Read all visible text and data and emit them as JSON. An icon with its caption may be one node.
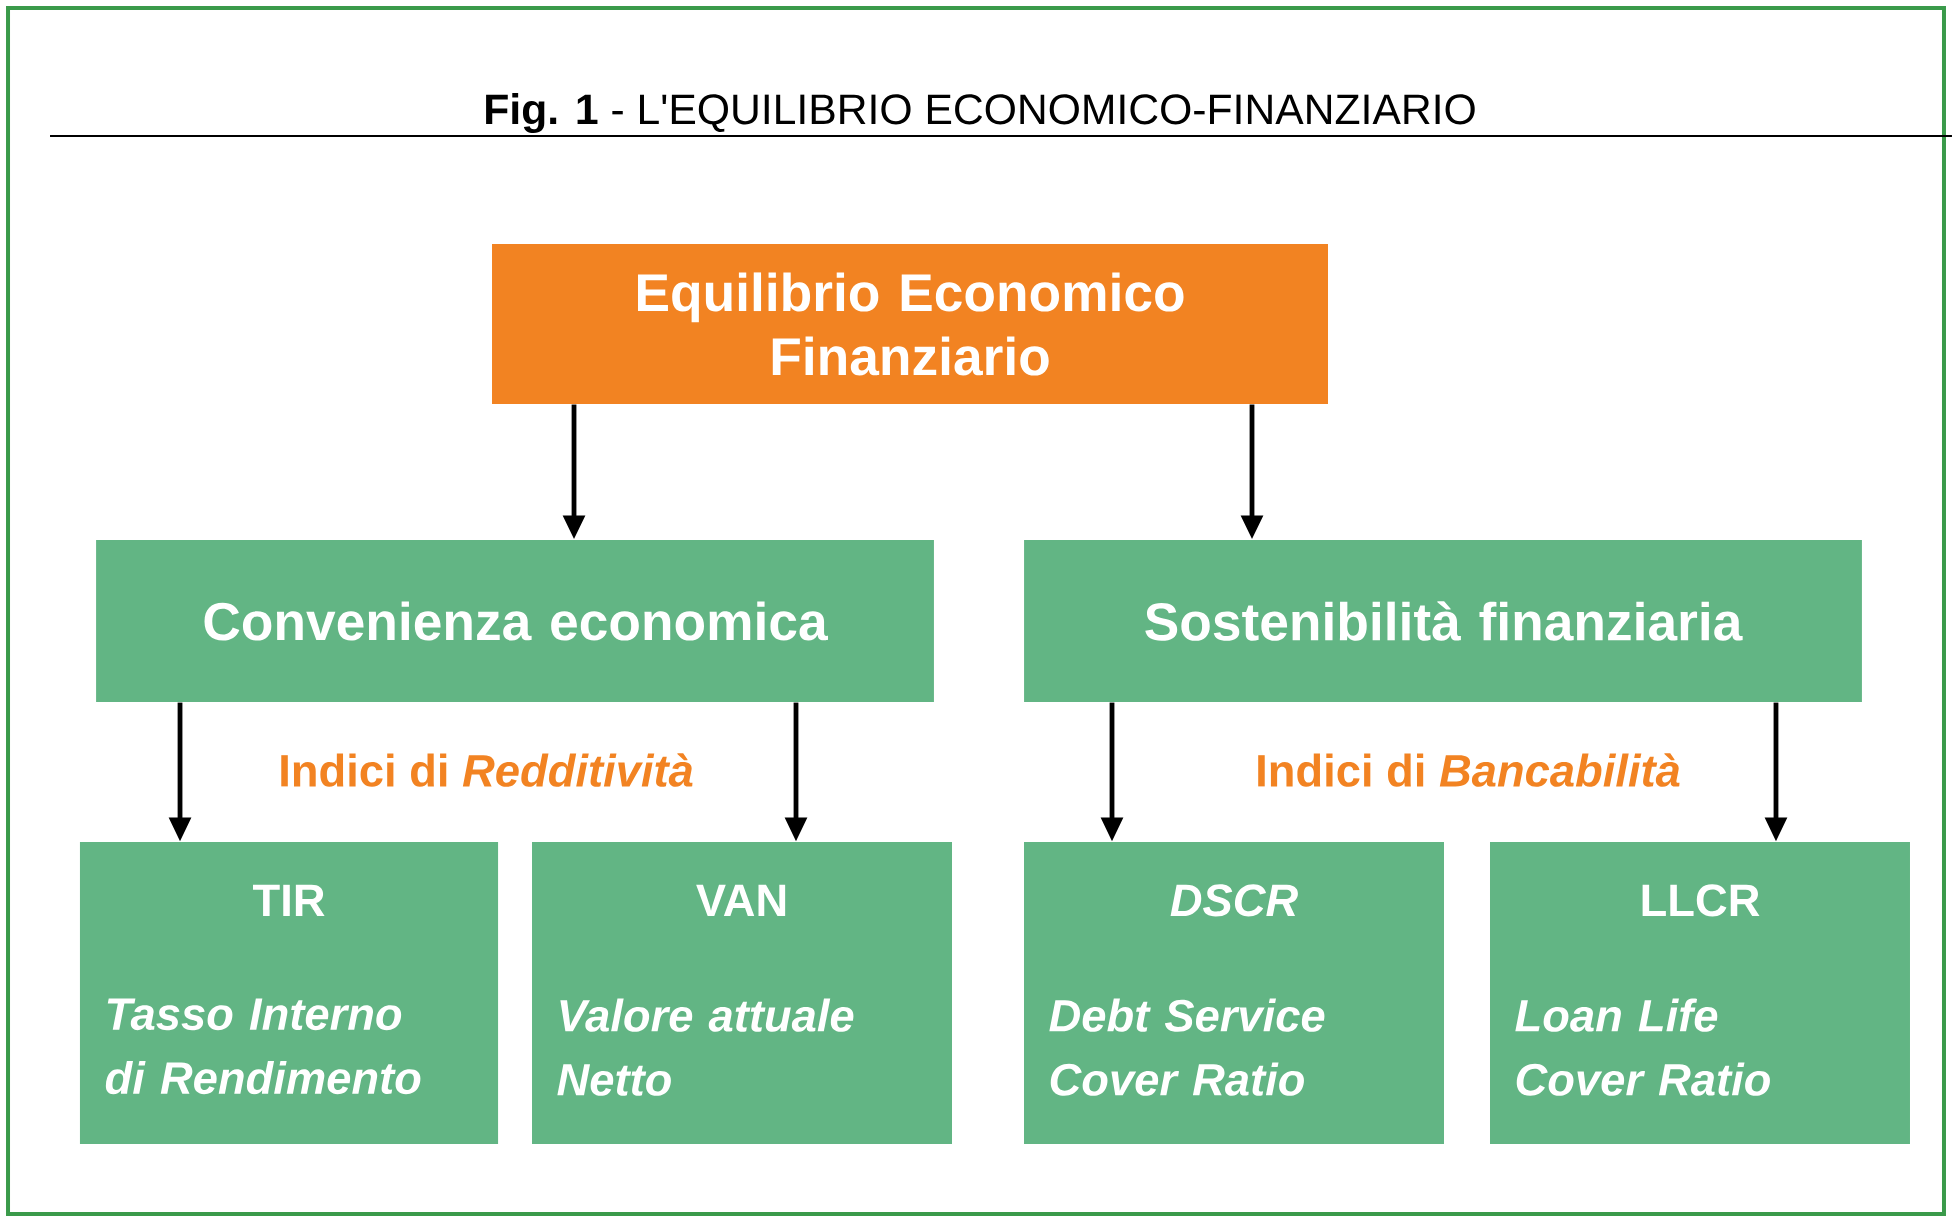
{
  "diagram": {
    "title": "**Fig. 1** - L'EQUILIBRIO ECONOMICO-FINANZIARIO",
    "nodes": [
      {
        "text": [
          "Equilibrio Economico Finanziario"
        ]
      },
      {
        "text": [
          "Convenienza economica"
        ]
      },
      {
        "text": [
          "Sostenibilità finanziaria"
        ]
      },
      {
        "text": [
          "TIR",
          "Tasso Interno di Rendimento"
        ]
      },
      {
        "text": [
          "VAN",
          "Valore attuale Netto"
        ]
      },
      {
        "text": [
          "*DSCR*",
          "Debt Service Cover Ratio"
        ]
      },
      {
        "text": [
          "LLCR",
          "Loan Life Cover Ratio"
        ]
      }
    ],
    "edges": [
      {
        "from": 0,
        "to": 1,
        "arrow": "to"
      },
      {
        "from": 0,
        "to": 2,
        "arrow": "to"
      },
      {
        "from": 1,
        "to": 3,
        "arrow": "to"
      },
      {
        "from": 1,
        "to": 4,
        "arrow": "to"
      },
      {
        "from": 2,
        "to": 5,
        "arrow": "to"
      },
      {
        "from": 2,
        "to": 6,
        "arrow": "to"
      }
    ],
    "labels": [
      "Indici di *Redditività*",
      "Indici di *Bancabilità*"
    ]
  }
}
